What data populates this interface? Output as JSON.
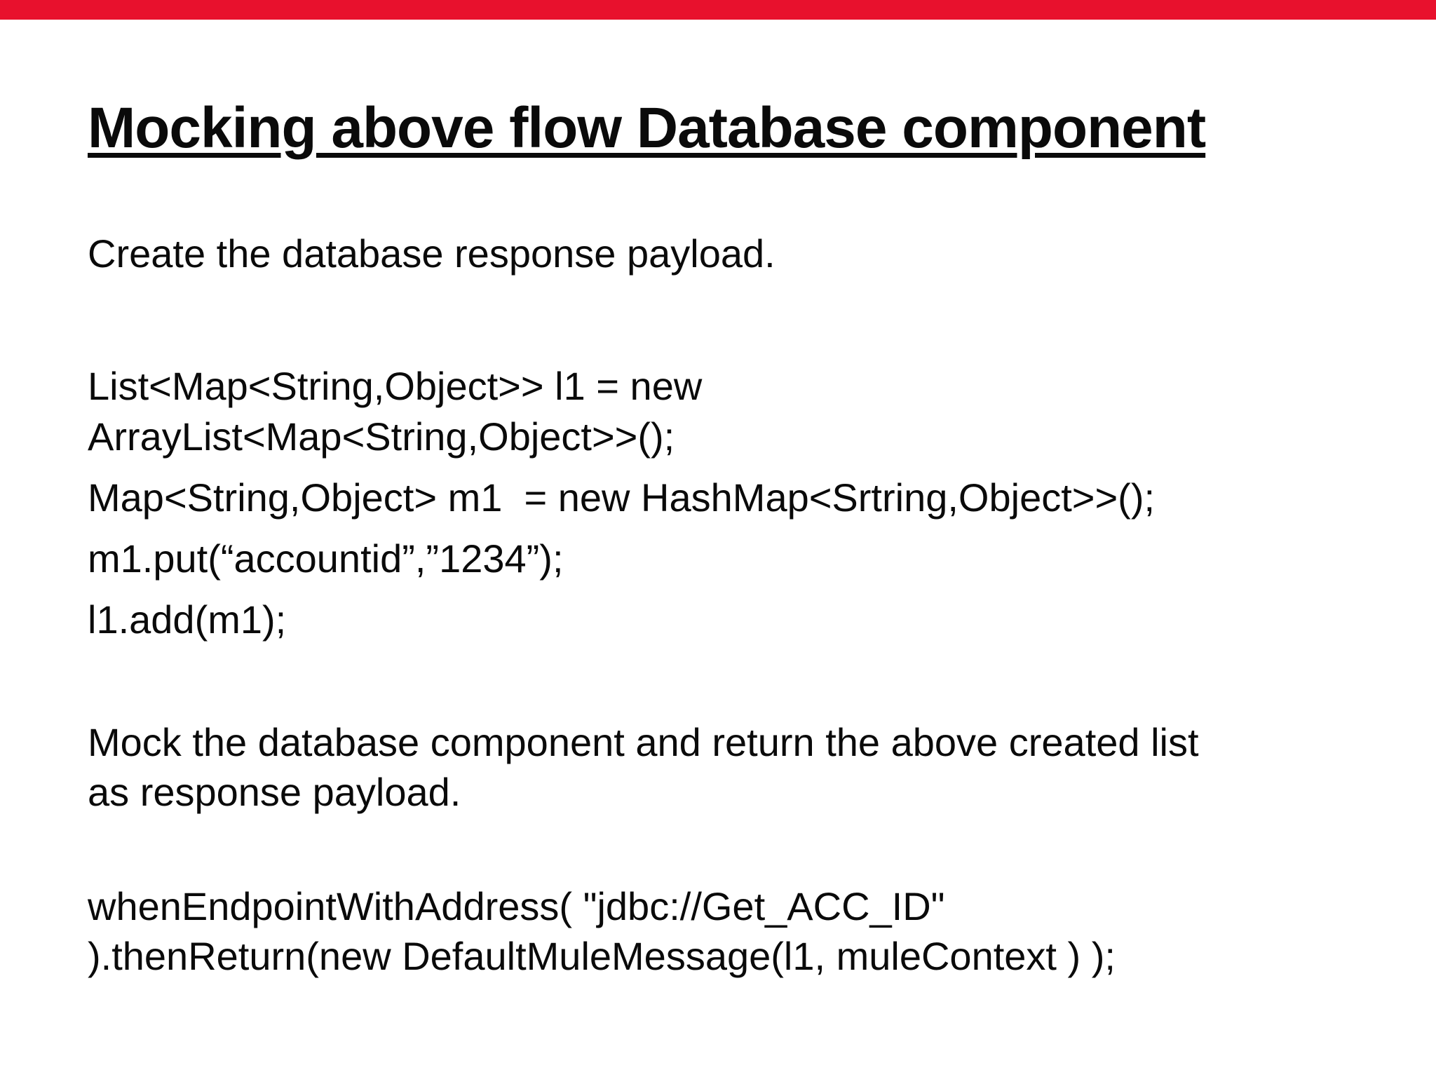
{
  "top_bar": {
    "color": "#e8112d"
  },
  "title": {
    "text": "Mocking above flow Database component"
  },
  "body": {
    "intro": "Create the database response payload.",
    "code1_line1": "List<Map<String,Object>> l1 = new",
    "code1_line2": "ArrayList<Map<String,Object>>();",
    "code2_line1": "Map<String,Object> m1  = new HashMap<Srtring,Object>>();",
    "code3_line1": "m1.put(“accountid”,”1234”);",
    "code4_line1": "l1.add(m1);",
    "mock_line1": "Mock the database component and return the above created list",
    "mock_line2": "as response payload.",
    "endpoint_line1": "whenEndpointWithAddress( \"jdbc://Get_ACC_ID\"",
    "endpoint_line2": ").thenReturn(new DefaultMuleMessage(l1, muleContext ) );"
  }
}
